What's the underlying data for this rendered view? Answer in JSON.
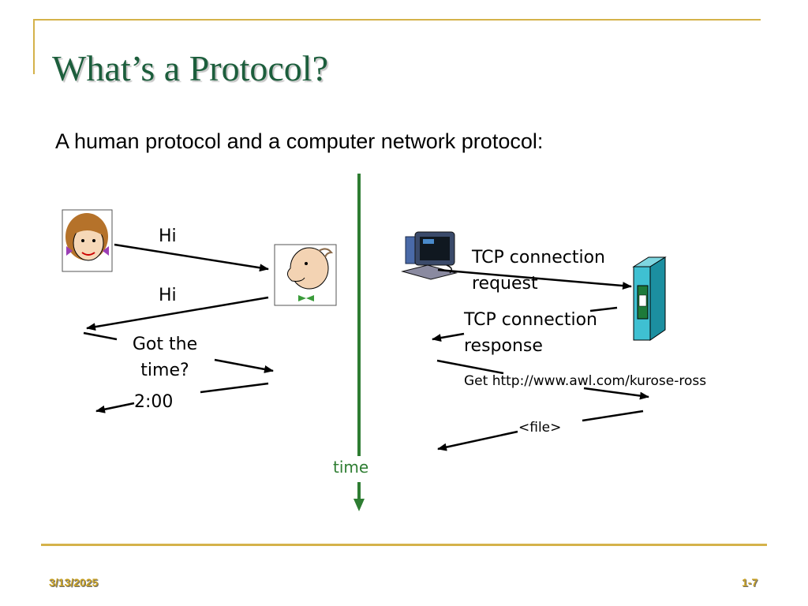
{
  "slide": {
    "title": "What’s a Protocol?",
    "subtitle": "A human protocol and a computer network protocol:"
  },
  "human": {
    "msg_hi_1": "Hi",
    "msg_hi_2": "Hi",
    "msg_got_time": "Got the time?",
    "msg_reply": "2:00"
  },
  "network": {
    "msg_tcp_request": "TCP connection request",
    "msg_tcp_response": "TCP connection response",
    "msg_get": "Get http://www.awl.com/kurose-ross",
    "msg_file": "<file>"
  },
  "timeline": {
    "label": "time"
  },
  "footer": {
    "date": "3/13/2025",
    "page": "1-7"
  },
  "colors": {
    "title": "#1c5e3c",
    "timeline": "#2e7d32",
    "accent": "#d4b24a",
    "footer_text": "#c9a227"
  },
  "icons": [
    "woman-face-icon",
    "man-face-icon",
    "computer-icon",
    "server-icon"
  ]
}
